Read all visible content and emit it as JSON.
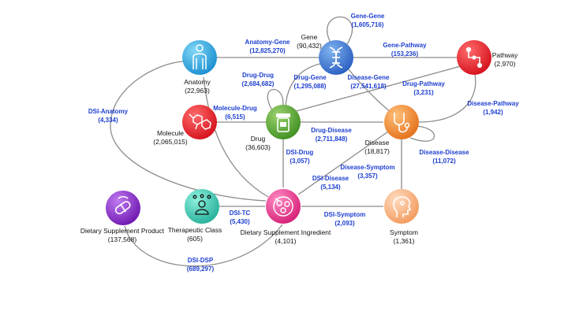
{
  "nodes": {
    "gene": {
      "name": "Gene",
      "count": "(90,432)",
      "color": "#3f7fd6"
    },
    "anatomy": {
      "name": "Anatomy",
      "count": "(22,963)",
      "color": "#29a9e6"
    },
    "pathway": {
      "name": "Pathway",
      "count": "(2,970)",
      "color": "#e8232f"
    },
    "molecule": {
      "name": "Molecule",
      "count": "(2,065,015)",
      "color": "#e8232f"
    },
    "drug": {
      "name": "Drug",
      "count": "(36,603)",
      "color": "#5fae3a"
    },
    "disease": {
      "name": "Disease",
      "count": "(18,817)",
      "color": "#f08a2a"
    },
    "dsp": {
      "name": "Dietary Supplement Product",
      "count": "(137,568)",
      "color": "#8e2bc9"
    },
    "tc": {
      "name": "Therapeutic Class",
      "count": "(605)",
      "color": "#3ec9b3"
    },
    "dsi": {
      "name": "Dietary Supplement Ingredient",
      "count": "(4,101)",
      "color": "#e83d8f"
    },
    "symptom": {
      "name": "Symptom",
      "count": "(1,361)",
      "color": "#f6b98a"
    }
  },
  "edges": {
    "gene_gene": {
      "name": "Gene-Gene",
      "count": "(1,605,716)"
    },
    "anatomy_gene": {
      "name": "Anatomy-Gene",
      "count": "(12,825,270)"
    },
    "gene_pathway": {
      "name": "Gene-Pathway",
      "count": "(153,236)"
    },
    "drug_drug": {
      "name": "Drug-Drug",
      "count": "(2,684,682)"
    },
    "drug_gene": {
      "name": "Drug-Gene",
      "count": "(1,295,088)"
    },
    "disease_gene": {
      "name": "Disease-Gene",
      "count": "(27,541,618)"
    },
    "drug_pathway": {
      "name": "Drug-Pathway",
      "count": "(3,231)"
    },
    "dsi_anatomy": {
      "name": "DSI-Anatomy",
      "count": "(4,334)"
    },
    "molecule_drug": {
      "name": "Molecule-Drug",
      "count": "(6,515)"
    },
    "disease_pathway": {
      "name": "Disease-Pathway",
      "count": "(1,942)"
    },
    "drug_disease": {
      "name": "Drug-Disease",
      "count": "(2,711,848)"
    },
    "dsi_drug": {
      "name": "DSI-Drug",
      "count": "(3,057)"
    },
    "disease_disease": {
      "name": "Disease-Disease",
      "count": "(11,072)"
    },
    "disease_symptom": {
      "name": "Disease-Symptom",
      "count": "(3,357)"
    },
    "dsi_disease": {
      "name": "DSI-Disease",
      "count": "(5,134)"
    },
    "dsi_tc": {
      "name": "DSI-TC",
      "count": "(5,430)"
    },
    "dsi_symptom": {
      "name": "DSI-Symptom",
      "count": "(2,093)"
    },
    "dsi_dsp": {
      "name": "DSI-DSP",
      "count": "(689,297)"
    }
  },
  "icons": {
    "gene": "dna-icon",
    "anatomy": "human-body-icon",
    "pathway": "pathway-icon",
    "molecule": "molecule-icon",
    "drug": "pill-bottle-icon",
    "disease": "stethoscope-icon",
    "dsp": "capsule-icon",
    "tc": "person-group-icon",
    "dsi": "supplement-ingredient-icon",
    "symptom": "head-profile-icon"
  }
}
